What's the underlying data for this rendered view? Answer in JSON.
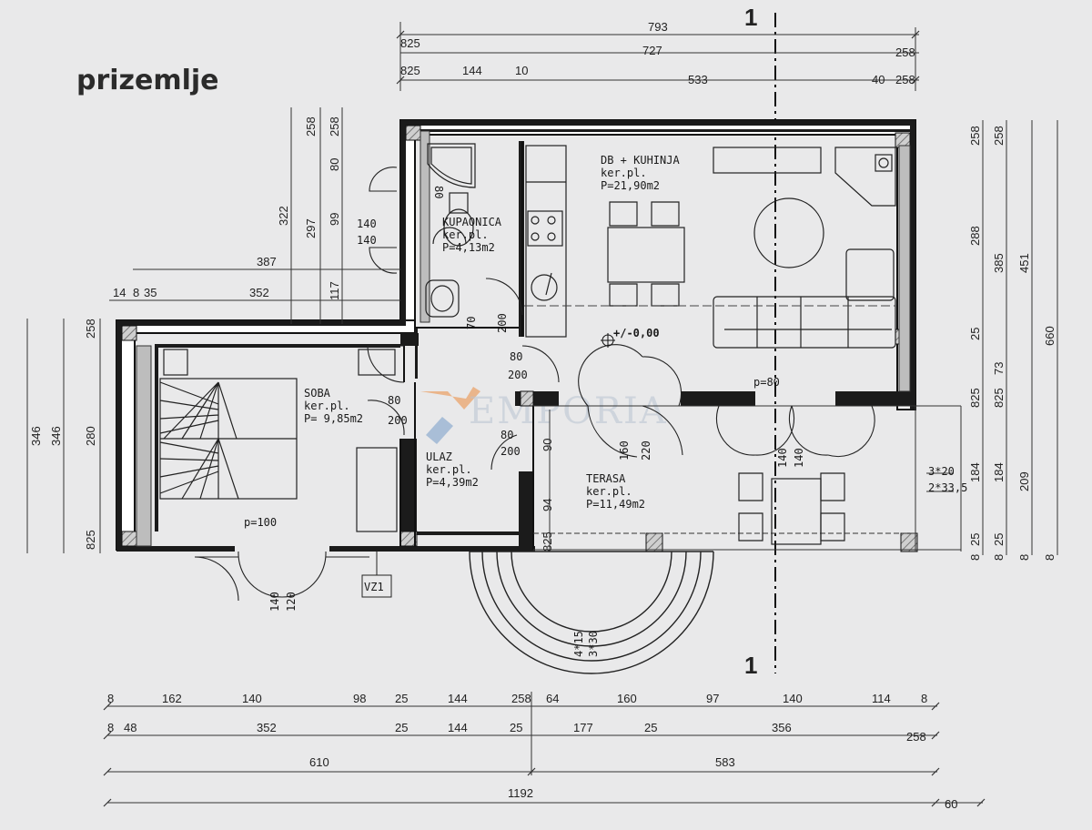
{
  "title": "prizemlje",
  "watermark": "EMPORIA",
  "section_mark_top": "1",
  "section_mark_bottom": "1",
  "level_mark": "+/-0,00",
  "rooms": {
    "kuhinja": {
      "name": "DB + KUHINJA",
      "floor": "ker.pl.",
      "area": "P=21,90m2"
    },
    "kupaonica": {
      "name": "KUPAONICA",
      "floor": "ker.pl.",
      "area": "P=4,13m2"
    },
    "soba": {
      "name": "SOBA",
      "floor": "ker.pl.",
      "area": "P= 9,85m2"
    },
    "ulaz": {
      "name": "ULAZ",
      "floor": "ker.pl.",
      "area": "P=4,39m2"
    },
    "terasa": {
      "name": "TERASA",
      "floor": "ker.pl.",
      "area": "P=11,49m2"
    }
  },
  "openings": {
    "p80": "p=80",
    "p100": "p=100",
    "vz1": "VZ1",
    "door_soba_w": "80",
    "door_soba_h": "200",
    "door_kuh_w": "80",
    "door_kuh_h": "200",
    "door_ulaz_w": "80",
    "door_ulaz_h": "200",
    "bath_w": "70",
    "bath_h": "200",
    "win_bath_a": "140",
    "win_bath_b": "140",
    "shower": "80",
    "main_door_a": "160",
    "main_door_b": "220",
    "soba_win_a": "140",
    "soba_win_b": "120",
    "ter_a": "140",
    "ter_b": "140",
    "stairs_a": "4*15",
    "stairs_b": "3*30",
    "side_a": "3*20",
    "side_b": "2*33,5"
  },
  "dims_top": {
    "row1": [
      "793"
    ],
    "row2": [
      "825",
      "727",
      "258"
    ],
    "row3": [
      "825",
      "144",
      "10",
      "533",
      "40",
      "258"
    ]
  },
  "dims_bottom": {
    "row1": [
      "8",
      "162",
      "140",
      "98",
      "25",
      "144",
      "258",
      "64",
      "160",
      "97",
      "140",
      "114",
      "8"
    ],
    "row2": [
      "8",
      "48",
      "352",
      "25",
      "144",
      "25",
      "177",
      "25",
      "356",
      "258"
    ],
    "row3": [
      "610",
      "583"
    ],
    "row4": [
      "1192",
      "60"
    ]
  },
  "dims_left_upper": {
    "a": [
      "322"
    ],
    "b": [
      "258",
      "258",
      "80",
      "99",
      "297",
      "117"
    ],
    "h1": "387",
    "h2": [
      "14",
      "8",
      "35",
      "352"
    ]
  },
  "dims_left_lower": [
    "346",
    "346",
    "280",
    "258",
    "825"
  ],
  "dims_interior": [
    "90",
    "94",
    "825"
  ],
  "dims_right": {
    "c1": [
      "258",
      "288",
      "25",
      "825",
      "184",
      "25",
      "8"
    ],
    "c2": [
      "258",
      "385",
      "73",
      "825",
      "184",
      "25",
      "8"
    ],
    "c3": [
      "451",
      "209",
      "8"
    ],
    "c4": [
      "660",
      "8"
    ]
  }
}
